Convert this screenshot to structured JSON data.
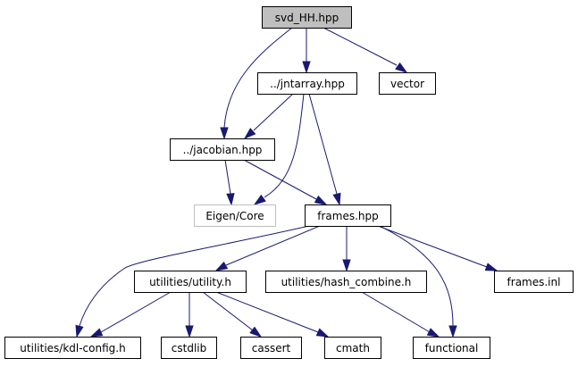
{
  "diagram": {
    "title": "svd_HH.hpp",
    "type": "include-dependency-graph",
    "colors": {
      "edge": "#191970",
      "root_fill": "#bfbfbf",
      "external_border": "#bfbfbf",
      "node_border": "#000000"
    },
    "nodes": [
      {
        "id": "svd_hh",
        "label": "svd_HH.hpp",
        "kind": "root"
      },
      {
        "id": "jntarray",
        "label": "../jntarray.hpp",
        "kind": "normal"
      },
      {
        "id": "vector",
        "label": "vector",
        "kind": "normal"
      },
      {
        "id": "jacobian",
        "label": "../jacobian.hpp",
        "kind": "normal"
      },
      {
        "id": "eigen_core",
        "label": "Eigen/Core",
        "kind": "external"
      },
      {
        "id": "frames_hpp",
        "label": "frames.hpp",
        "kind": "normal"
      },
      {
        "id": "utility_h",
        "label": "utilities/utility.h",
        "kind": "normal"
      },
      {
        "id": "hash_combine",
        "label": "utilities/hash_combine.h",
        "kind": "normal"
      },
      {
        "id": "frames_inl",
        "label": "frames.inl",
        "kind": "normal"
      },
      {
        "id": "kdl_config",
        "label": "utilities/kdl-config.h",
        "kind": "normal"
      },
      {
        "id": "cstdlib",
        "label": "cstdlib",
        "kind": "normal"
      },
      {
        "id": "cassert",
        "label": "cassert",
        "kind": "normal"
      },
      {
        "id": "cmath",
        "label": "cmath",
        "kind": "normal"
      },
      {
        "id": "functional",
        "label": "functional",
        "kind": "normal"
      }
    ],
    "edges": [
      {
        "from": "svd_hh",
        "to": "jntarray"
      },
      {
        "from": "svd_hh",
        "to": "vector"
      },
      {
        "from": "svd_hh",
        "to": "jacobian"
      },
      {
        "from": "jntarray",
        "to": "jacobian"
      },
      {
        "from": "jntarray",
        "to": "eigen_core"
      },
      {
        "from": "jntarray",
        "to": "frames_hpp"
      },
      {
        "from": "jacobian",
        "to": "eigen_core"
      },
      {
        "from": "jacobian",
        "to": "frames_hpp"
      },
      {
        "from": "frames_hpp",
        "to": "utility_h"
      },
      {
        "from": "frames_hpp",
        "to": "hash_combine"
      },
      {
        "from": "frames_hpp",
        "to": "frames_inl"
      },
      {
        "from": "frames_hpp",
        "to": "kdl_config"
      },
      {
        "from": "frames_hpp",
        "to": "functional"
      },
      {
        "from": "utility_h",
        "to": "kdl_config"
      },
      {
        "from": "utility_h",
        "to": "cstdlib"
      },
      {
        "from": "utility_h",
        "to": "cassert"
      },
      {
        "from": "utility_h",
        "to": "cmath"
      },
      {
        "from": "hash_combine",
        "to": "functional"
      }
    ]
  }
}
